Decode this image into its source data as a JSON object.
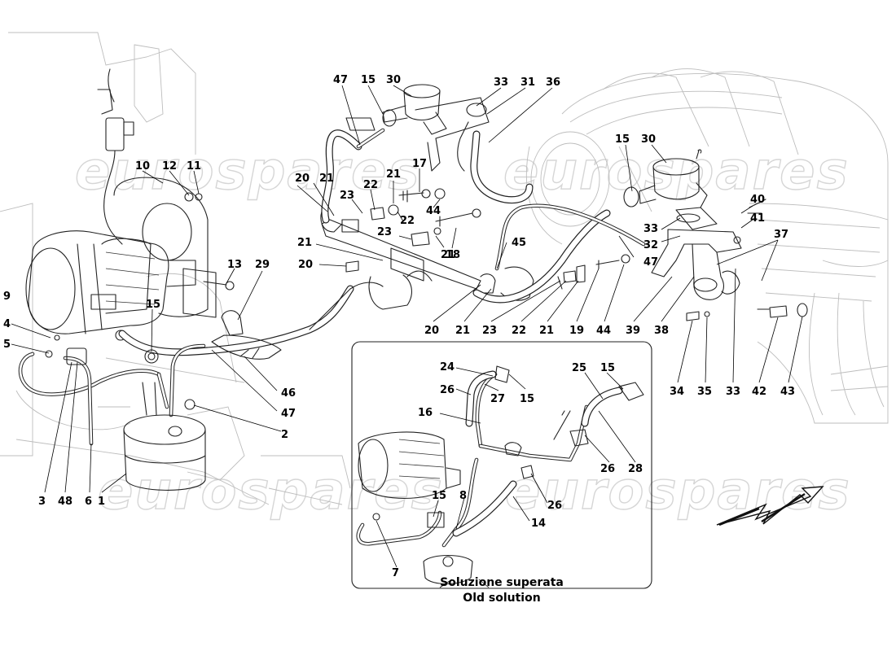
{
  "watermark": {
    "text": "eurospares"
  },
  "inset": {
    "caption_line1": "Soluzione superata",
    "caption_line2": "Old solution"
  },
  "callouts": [
    "47",
    "15",
    "30",
    "33",
    "31",
    "36",
    "10",
    "12",
    "11",
    "17",
    "21",
    "22",
    "44",
    "23",
    "18",
    "45",
    "20",
    "21",
    "23",
    "22",
    "21",
    "15",
    "30",
    "40",
    "41",
    "37",
    "33",
    "32",
    "47",
    "21",
    "20",
    "13",
    "29",
    "9",
    "4",
    "5",
    "15",
    "20",
    "21",
    "23",
    "22",
    "21",
    "19",
    "44",
    "39",
    "38",
    "46",
    "47",
    "2",
    "3",
    "48",
    "6",
    "1",
    "34",
    "35",
    "33",
    "42",
    "43",
    "24",
    "26",
    "16",
    "27",
    "15",
    "25",
    "15",
    "26",
    "28",
    "15",
    "8",
    "26",
    "14",
    "7"
  ]
}
